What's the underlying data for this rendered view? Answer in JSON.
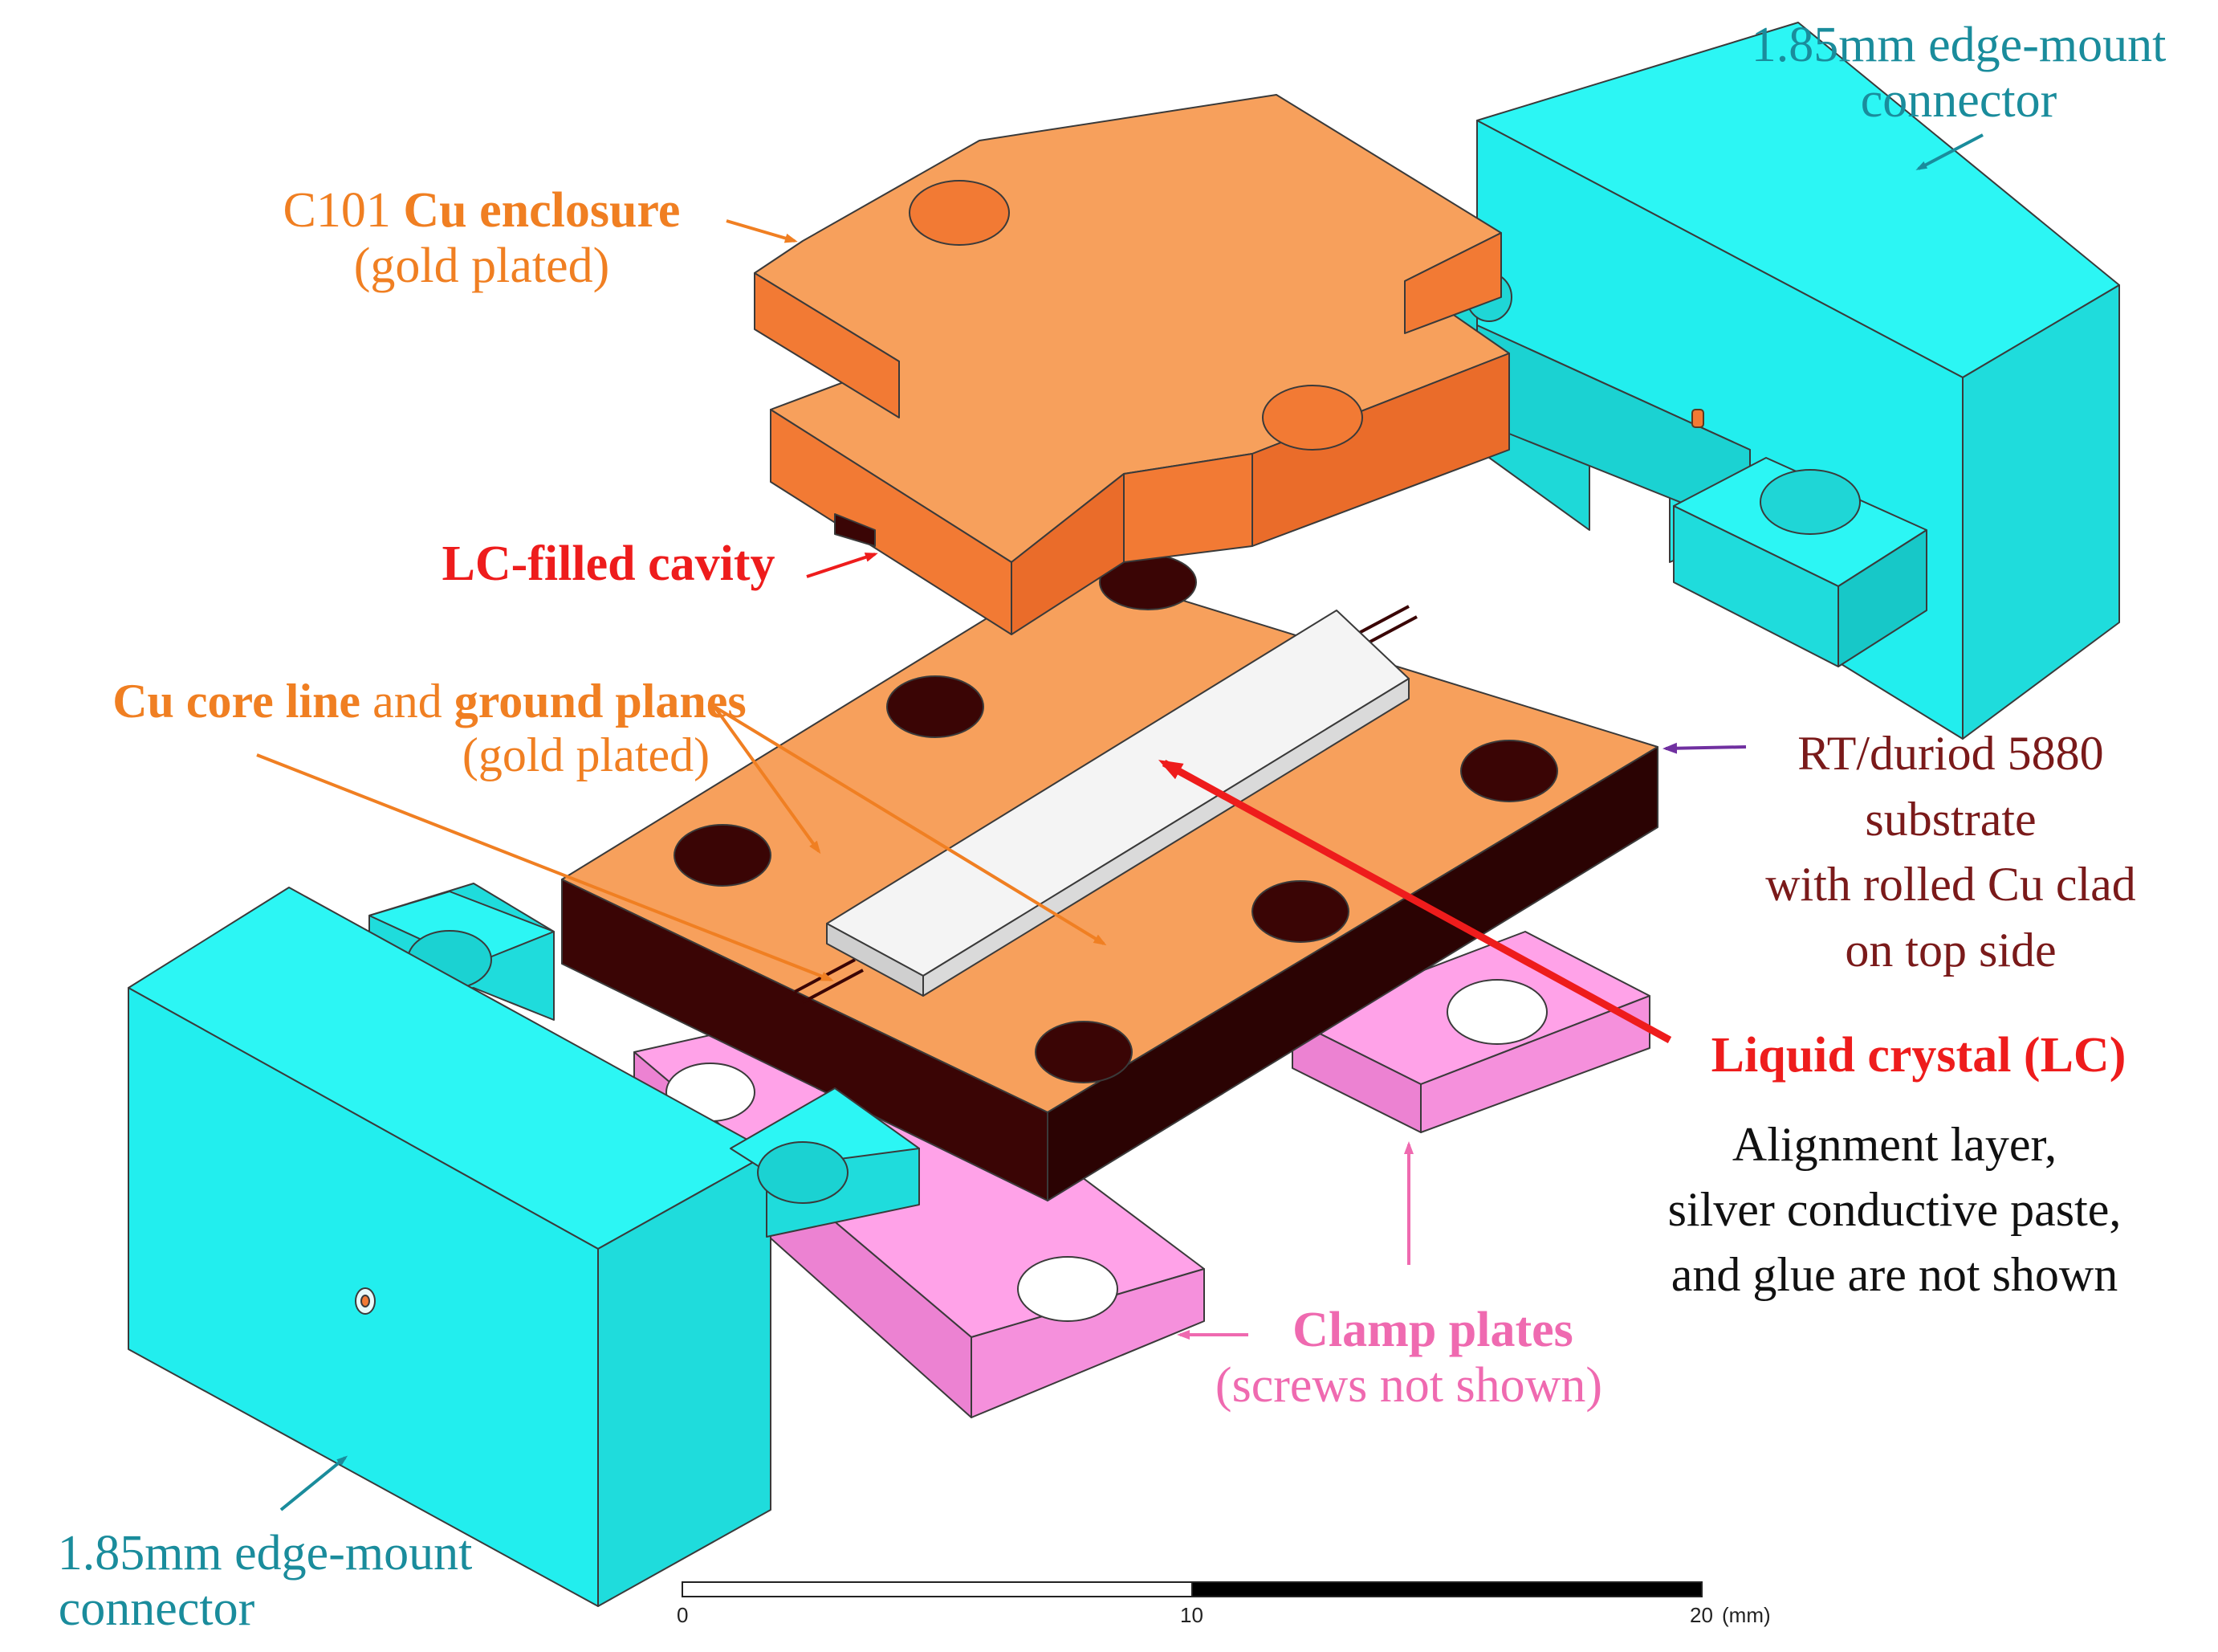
{
  "labels": {
    "top_connector": [
      "1.85mm edge-mount",
      "connector"
    ],
    "bottom_connector": [
      "1.85mm edge-mount",
      "connector"
    ],
    "enclosure": {
      "prefix": "C101 ",
      "bold": "Cu enclosure",
      "line2": "(gold plated)"
    },
    "cavity": "LC-filled cavity",
    "core_line": {
      "bold1": "Cu core line",
      "mid": " and ",
      "bold2": "ground planes",
      "line2": "(gold plated)"
    },
    "substrate": [
      "RT/duriod 5880",
      "substrate",
      "with rolled Cu clad",
      "on top side"
    ],
    "lc": "Liquid crystal (LC)",
    "note": [
      "Alignment layer,",
      "silver conductive paste,",
      "and glue are not shown"
    ],
    "clamp": {
      "line1": "Clamp plates",
      "line2": "(screws not shown)"
    }
  },
  "scale_bar": {
    "ticks": [
      "0",
      "10",
      "20"
    ],
    "unit": "(mm)"
  },
  "colors": {
    "connector": "#22f0ee",
    "enclosure": "#f7a05c",
    "enclosure_side": "#f27a34",
    "substrate_side": "#3a0505",
    "clamp": "#ffa2e8",
    "lc": "#f4f4f4",
    "label_teal": "#1a8c9c",
    "label_orange": "#f07f22",
    "label_red": "#ee1c1c",
    "label_maroon": "#7a1a1a",
    "label_pink": "#ef6ab0"
  }
}
